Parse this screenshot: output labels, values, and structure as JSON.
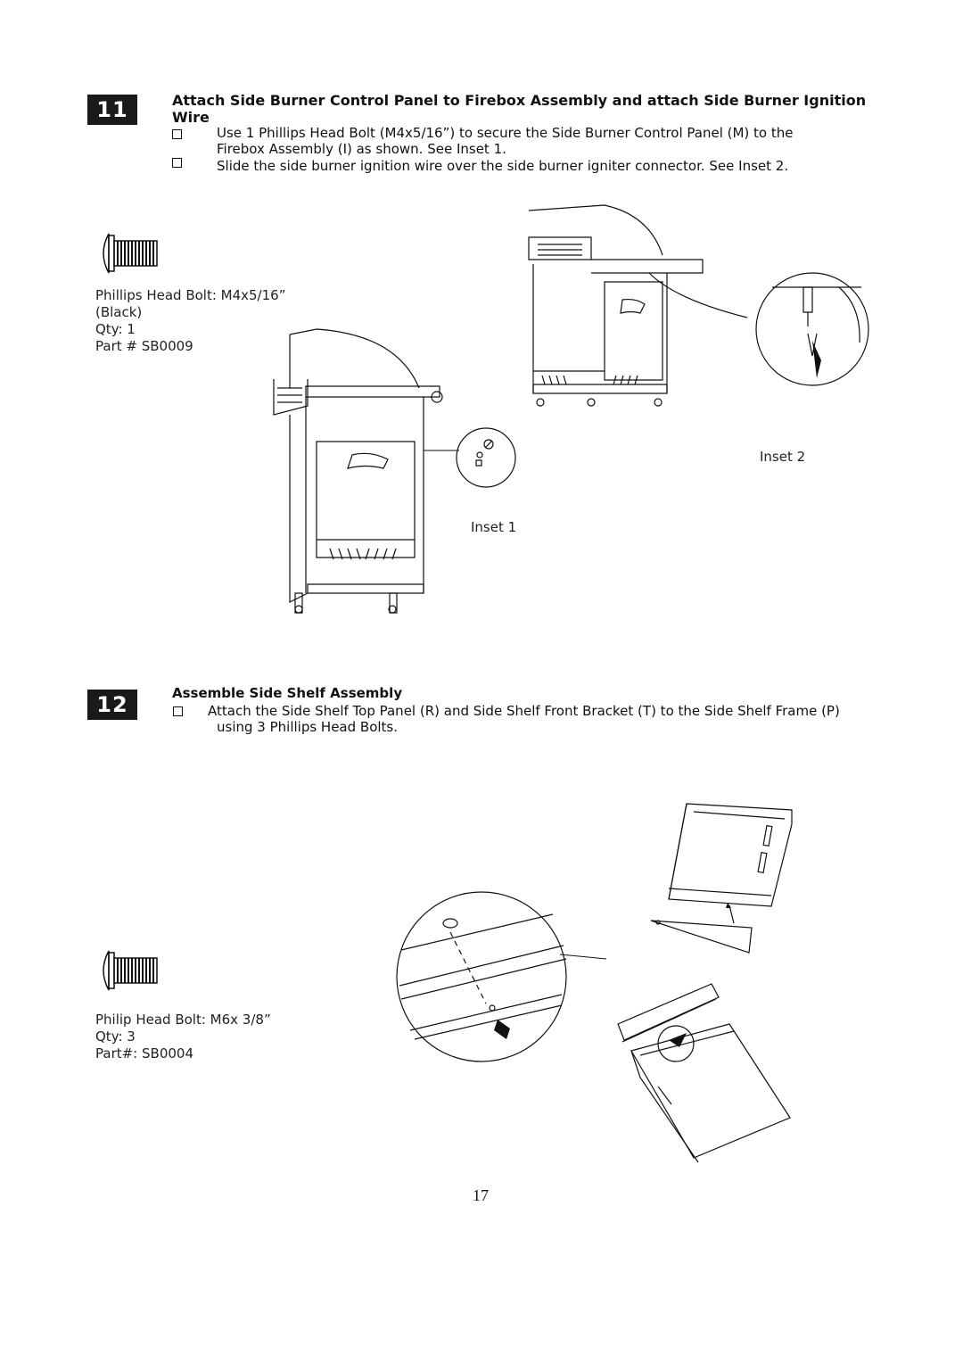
{
  "step11": {
    "number": "11",
    "title_line1": "Attach Side Burner Control Panel to Firebox Assembly and attach Side Burner Ignition",
    "title_line2": "Wire",
    "bullets": [
      {
        "line1": "Use 1 Phillips Head Bolt (M4x5/16”) to secure the Side Burner Control Panel (M) to the",
        "line2": "Firebox Assembly (I) as shown. See Inset 1."
      },
      {
        "line1": "Slide the side burner ignition wire over the side burner igniter connector. See Inset 2."
      }
    ],
    "bolt": {
      "name": "Phillips Head Bolt: M4x5/16”",
      "color": "(Black)",
      "qty": "Qty: 1",
      "part": "Part # SB0009"
    },
    "inset1_label": "Inset 1",
    "inset2_label": "Inset 2"
  },
  "step12": {
    "number": "12",
    "title": "Assemble Side Shelf Assembly",
    "bullet_line1": "Attach the Side Shelf Top Panel (R) and Side Shelf Front Bracket (T) to the Side Shelf Frame (P)",
    "bullet_line2": "using 3 Phillips Head Bolts.",
    "bolt": {
      "name": "Philip Head Bolt: M6x 3/8”",
      "qty": "Qty: 3",
      "part": "Part#: SB0004"
    }
  },
  "page_number": "17"
}
